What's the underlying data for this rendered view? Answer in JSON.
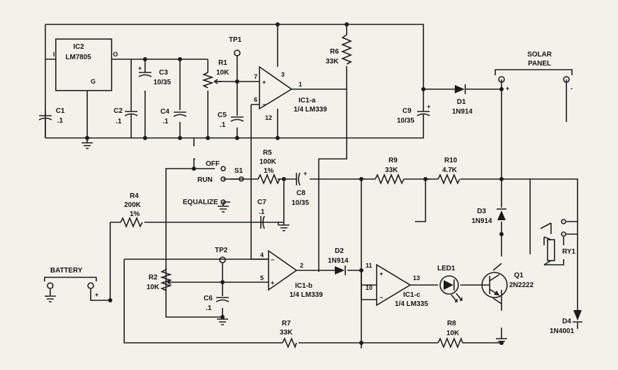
{
  "components": {
    "ic2": {
      "ref": "IC2",
      "part": "LM7805",
      "pin_in": "I",
      "pin_out": "O",
      "pin_gnd": "G"
    },
    "c1": {
      "ref": "C1",
      "value": ".1"
    },
    "c2": {
      "ref": "C2",
      "value": ".1"
    },
    "c3": {
      "ref": "C3",
      "value": "10/35",
      "polarity": "+"
    },
    "c4": {
      "ref": "C4",
      "value": ".1"
    },
    "c5": {
      "ref": "C5",
      "value": ".1"
    },
    "c6": {
      "ref": "C6",
      "value": ".1"
    },
    "c7": {
      "ref": "C7",
      "value": ".1"
    },
    "c8": {
      "ref": "C8",
      "value": "10/35",
      "polarity": "+"
    },
    "c9": {
      "ref": "C9",
      "value": "10/35",
      "polarity": "+"
    },
    "r1": {
      "ref": "R1",
      "value": "10K"
    },
    "r2": {
      "ref": "R2",
      "value": "10K"
    },
    "r4": {
      "ref": "R4",
      "value": "200K",
      "tol": "1%"
    },
    "r5": {
      "ref": "R5",
      "value": "100K",
      "tol": "1%"
    },
    "r6": {
      "ref": "R6",
      "value": "33K"
    },
    "r7": {
      "ref": "R7",
      "value": "33K"
    },
    "r8": {
      "ref": "R8",
      "value": "10K"
    },
    "r9": {
      "ref": "R9",
      "value": "33K"
    },
    "r10": {
      "ref": "R10",
      "value": "4.7K"
    },
    "ic1a": {
      "ref": "IC1-a",
      "part": "1/4 LM339",
      "pins": [
        "7",
        "6",
        "3",
        "12",
        "1"
      ]
    },
    "ic1b": {
      "ref": "IC1-b",
      "part": "1/4 LM339",
      "pins": [
        "4",
        "5",
        "2"
      ]
    },
    "ic1c": {
      "ref": "IC1-c",
      "part": "1/4 LM335",
      "pins": [
        "11",
        "10",
        "13"
      ]
    },
    "d1": {
      "ref": "D1",
      "part": "1N914"
    },
    "d2": {
      "ref": "D2",
      "part": "1N914"
    },
    "d3": {
      "ref": "D3",
      "part": "1N914"
    },
    "d4": {
      "ref": "D4",
      "part": "1N4001"
    },
    "led1": {
      "ref": "LED1"
    },
    "q1": {
      "ref": "Q1",
      "part": "2N2222"
    },
    "ry1": {
      "ref": "RY1"
    },
    "tp1": {
      "ref": "TP1"
    },
    "tp2": {
      "ref": "TP2"
    },
    "s1": {
      "ref": "S1",
      "pos_off": "OFF",
      "pos_run": "RUN",
      "pos_equalize": "EQUALIZE"
    },
    "solar": {
      "line1": "SOLAR",
      "line2": "PANEL",
      "plus": "+",
      "minus": "-"
    },
    "battery": {
      "label": "BATTERY",
      "plus": "+",
      "minus": "-"
    }
  }
}
